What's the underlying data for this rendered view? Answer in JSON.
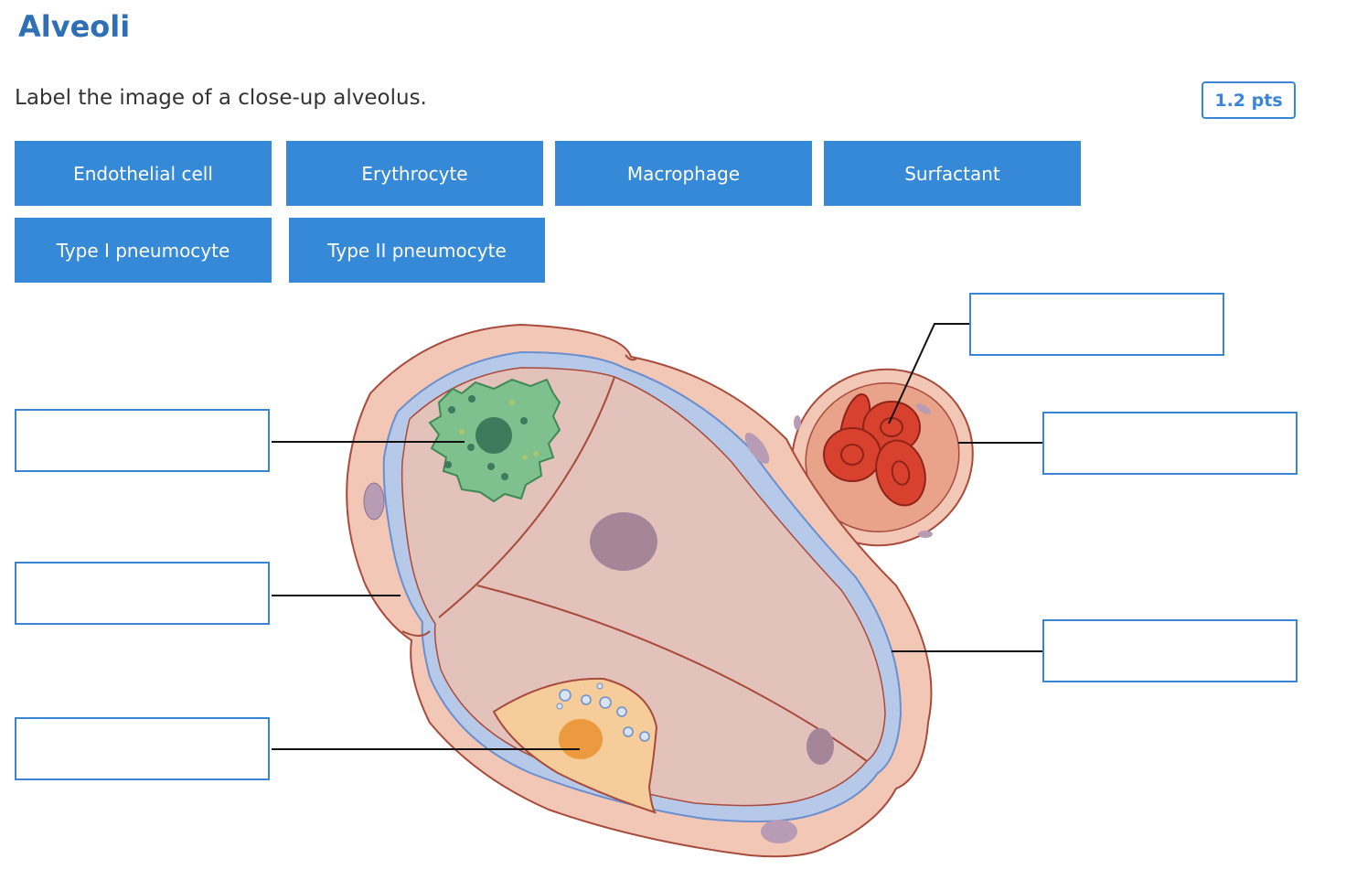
{
  "header": {
    "title": "Alveoli"
  },
  "question": {
    "prompt": "Label the image of a close-up alveolus.",
    "points": "1.2 pts"
  },
  "terms": [
    {
      "id": "endothelial",
      "label": "Endothelial cell"
    },
    {
      "id": "erythrocyte",
      "label": "Erythrocyte"
    },
    {
      "id": "macrophage",
      "label": "Macrophage"
    },
    {
      "id": "surfactant",
      "label": "Surfactant"
    },
    {
      "id": "type1",
      "label": "Type I pneumocyte"
    },
    {
      "id": "type2",
      "label": "Type II pneumocyte"
    }
  ],
  "drop_zones": [
    {
      "id": "left-top",
      "value": ""
    },
    {
      "id": "left-middle",
      "value": ""
    },
    {
      "id": "left-bottom",
      "value": ""
    },
    {
      "id": "right-top",
      "value": ""
    },
    {
      "id": "right-upper",
      "value": ""
    },
    {
      "id": "right-lower",
      "value": ""
    }
  ],
  "colors": {
    "accent": "#3589d6",
    "title": "#2f6fb6",
    "tissue_outer": "#f2c7b5",
    "membrane": "#b7c9e8",
    "alveolar_space": "#e3c2bb",
    "macrophage": "#7fc08f",
    "type2_cell": "#f6cc9a",
    "erythrocyte": "#d9412f",
    "capillary": "#e8a38a",
    "nucleus": "#a58598"
  }
}
